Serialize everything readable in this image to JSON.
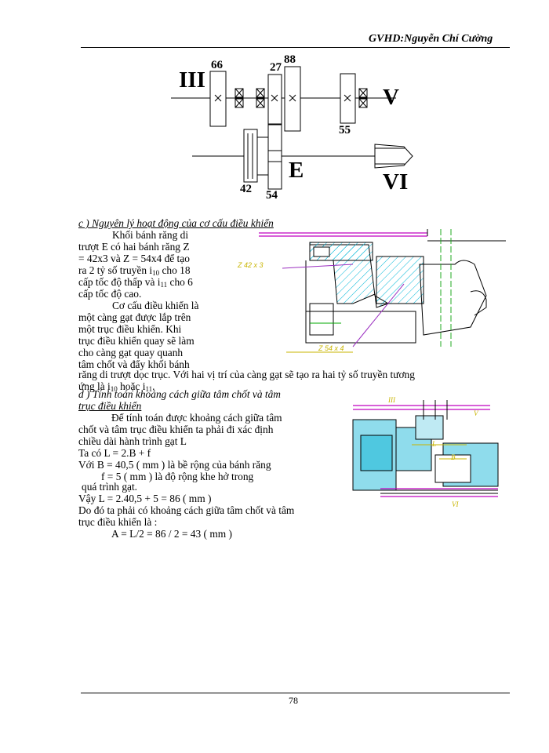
{
  "header": {
    "advisor": "GVHD:Nguyễn Chí Cường"
  },
  "gear_diagram": {
    "shafts": [
      "III",
      "V",
      "VI",
      "E"
    ],
    "gear_numbers": [
      "66",
      "27",
      "88",
      "55",
      "42",
      "54"
    ]
  },
  "section_c": {
    "title": "c ) Nguyên lý hoạt động của cơ cấu điều khiển",
    "p1": [
      "Khối bánh răng di",
      "trượt   E có hai bánh răng Z",
      "= 42x3 và Z = 54x4 để tạo",
      "ra 2 tỷ số truyền i",
      "cấp tốc độ thấp và i",
      "cấp tốc độ cao."
    ],
    "p1_sub": [
      "10",
      " cho 18",
      "11",
      " cho 6"
    ],
    "p2": [
      "Cơ cấu điều khiển là",
      "một càng gạt được   lắp trên",
      "một trục điều khiển. Khi",
      "trục điều khiển quay sẽ làm",
      "cho càng gạt quay quanh",
      "tâm chốt và đẩy khối bánh",
      "răng di trượt   dọc trục. Với hai vị trí của càng gạt sẽ tạo ra hai tỷ số truyền tương",
      "ứng là i"
    ],
    "p2_tail": [
      "10",
      " hoặc i",
      "11",
      "."
    ]
  },
  "fork_drawing": {
    "label1": "Z 42 x 3",
    "label2": "Z 54 x 4"
  },
  "section_d": {
    "title_line1": "d ) Tính toán khoảng cách giữa tâm chốt và tâm",
    "title_line2": "trục điều khiển",
    "lines": [
      "Để tính toán được   khoảng cách giữa tâm",
      "chốt và tâm trục điều khiển ta phải đi xác định",
      "chiều dài hành trình gạt L",
      "Ta có L = 2.B + f",
      "Với B = 40,5 ( mm ) là bề rộng của bánh răng",
      "f = 5 ( mm ) là độ rộng khe hở trong",
      "quá trình gạt.",
      "Vậy L = 2.40,5 + 5 = 86 ( mm )",
      "Do đó ta phải có khoảng cách giữa tâm chốt và tâm",
      "trục điều khiển là :",
      "A = L/2 = 86 / 2 = 43 ( mm )"
    ]
  },
  "section_drawing": {
    "label_iii": "III",
    "label_v": "V",
    "label_vi": "VI",
    "label_l": "L",
    "label_b": "B"
  },
  "footer": {
    "page_number": "78"
  }
}
